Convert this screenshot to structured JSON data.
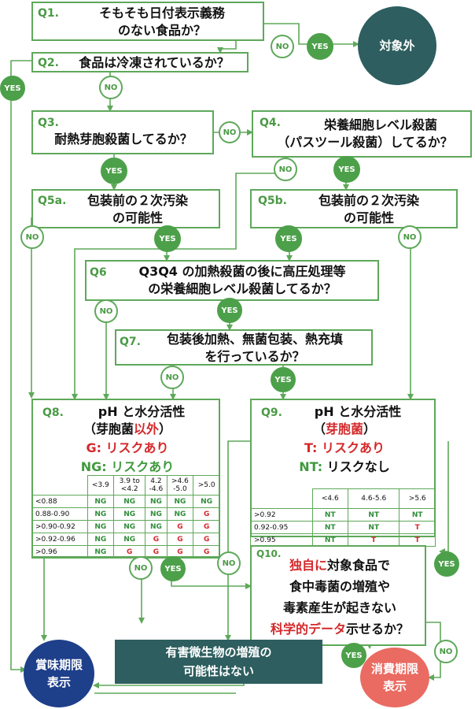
{
  "q1": {
    "num": "Q1.",
    "line1": "そもそも日付表示義務",
    "line2": "のない食品か？"
  },
  "q2": {
    "num": "Q2.",
    "text": "食品は冷凍されているか？"
  },
  "q3": {
    "num": "Q3.",
    "text": "耐熱芽胞殺菌してるか？"
  },
  "q4": {
    "num": "Q4.",
    "line1": "栄養細胞レベル殺菌",
    "line2": "（パスツール殺菌）してるか？"
  },
  "q5a": {
    "num": "Q5a.",
    "line1": "包装前の２次汚染",
    "line2": "の可能性"
  },
  "q5b": {
    "num": "Q5b.",
    "line1": "包装前の２次汚染",
    "line2": "の可能性"
  },
  "q6": {
    "num": "Q6",
    "line1": "Q3Q4 の加熱殺菌の後に高圧処理等",
    "line2": "の栄養細胞レベル殺菌してるか？"
  },
  "q7": {
    "num": "Q7.",
    "line1": "包装後加熱、無菌包装、熱充填",
    "line2": "を行っているか？"
  },
  "q8": {
    "num": "Q8.",
    "title": "pH と水分活性",
    "sub_open": "（芽胞菌",
    "sub_red": "以外",
    "sub_close": "）",
    "g_line": "G: リスクあり",
    "ng_line": "NG: リスクあり",
    "cols": [
      "<3.9",
      "3.9 to\n<4.2",
      "4.2\n-4.6",
      ">4.6\n-5.0",
      ">5.0"
    ],
    "rows": [
      {
        "aw": "<0.88",
        "v": [
          "NG",
          "NG",
          "NG",
          "NG",
          "NG"
        ]
      },
      {
        "aw": "0.88-0.90",
        "v": [
          "NG",
          "NG",
          "NG",
          "NG",
          "G"
        ]
      },
      {
        "aw": ">0.90-0.92",
        "v": [
          "NG",
          "NG",
          "NG",
          "G",
          "G"
        ]
      },
      {
        "aw": ">0.92-0.96",
        "v": [
          "NG",
          "NG",
          "G",
          "G",
          "G"
        ]
      },
      {
        "aw": ">0.96",
        "v": [
          "NG",
          "G",
          "G",
          "G",
          "G"
        ]
      }
    ]
  },
  "q9": {
    "num": "Q9.",
    "title": "pH と水分活性",
    "sub_open": "（",
    "sub_red": "芽胞菌",
    "sub_close": "）",
    "t_line": "T: リスクあり",
    "nt_prefix": "NT:",
    "nt_rest": " リスクなし",
    "cols": [
      "<4.6",
      "4.6-5.6",
      ">5.6"
    ],
    "rows": [
      {
        "aw": ">0.92",
        "v": [
          "NT",
          "NT",
          "NT"
        ]
      },
      {
        "aw": "0.92-0.95",
        "v": [
          "NT",
          "NT",
          "T"
        ]
      },
      {
        "aw": ">0.95",
        "v": [
          "NT",
          "T",
          "T"
        ]
      }
    ]
  },
  "q10": {
    "num": "Q10.",
    "l1_red": "独自に",
    "l1_rest": "対象食品で",
    "line2": "食中毒菌の増殖や",
    "line3": "毒素産生が起きない",
    "l4_red": "科学的データ",
    "l4_rest": "示せるか？"
  },
  "outcomes": {
    "exempt": "対象外",
    "best_before_1": "賞味期限",
    "best_before_2": "表示",
    "use_by_1": "消費期限",
    "use_by_2": "表示",
    "no_growth_1": "有害微生物の増殖の",
    "no_growth_2": "可能性はない"
  },
  "labels": {
    "yes": "YES",
    "no": "NO"
  },
  "colors": {
    "accent_green": "#5ea85a",
    "yes_fill": "#4da04a",
    "teal": "#2e5e5f",
    "navy": "#1e3f8a",
    "salmon": "#e96b62",
    "risk_red": "#d4292b"
  }
}
